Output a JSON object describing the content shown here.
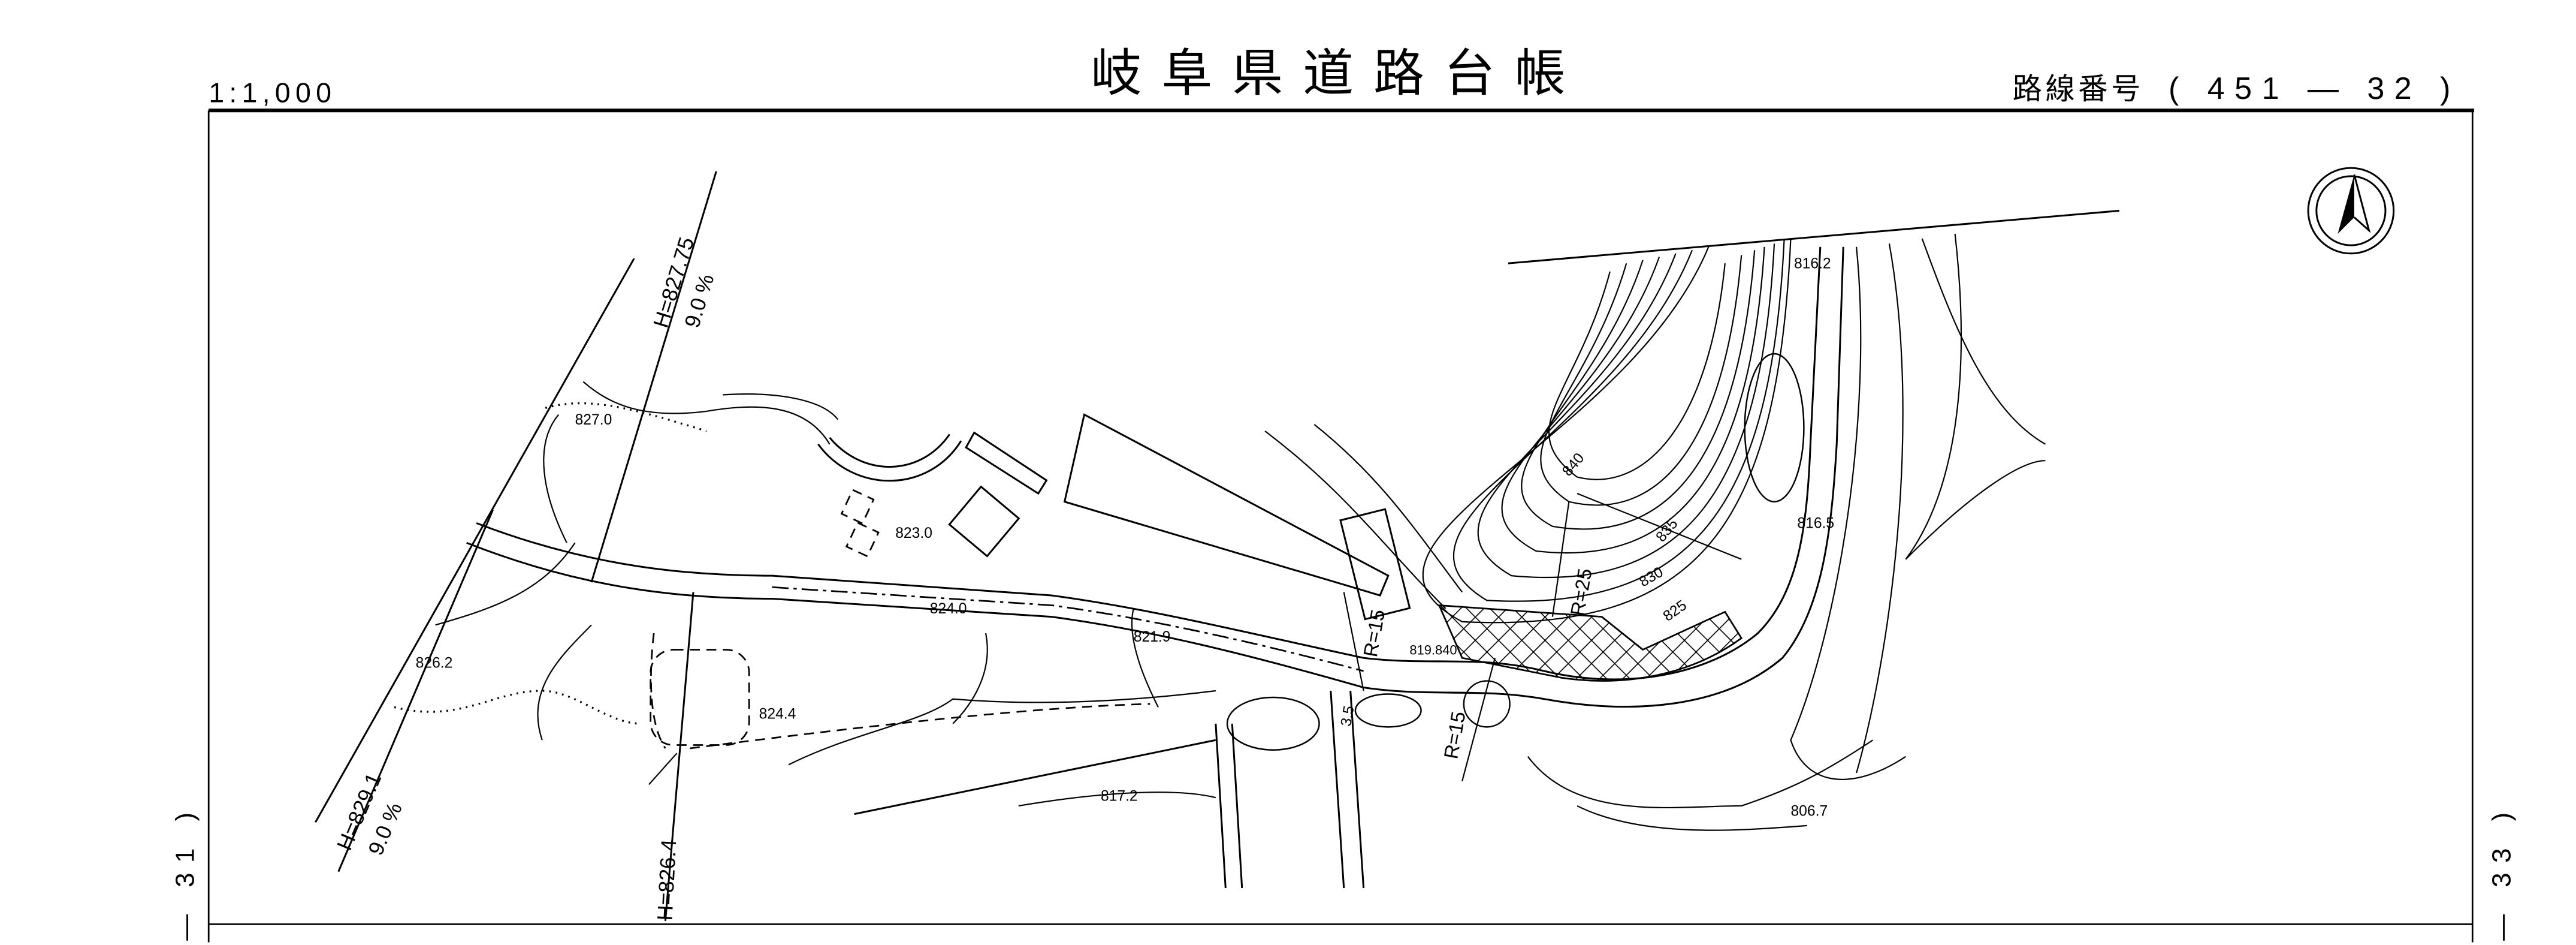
{
  "header": {
    "scale": "1:1,000",
    "title": "岐阜県道路台帳",
    "route_label": "路線番号",
    "route_number": "( 451 — 32 )"
  },
  "side_refs": {
    "left": "— 31 )",
    "right": "— 33 )"
  },
  "north_arrow": "north-arrow-icon",
  "map": {
    "gradients": [
      {
        "h": "H=827.75",
        "grade": "9.0 %"
      },
      {
        "h": "H=829.1",
        "grade": "9.0 %"
      },
      {
        "h": "H=826.4"
      }
    ],
    "radii": [
      "R=15",
      "R=25",
      "R=15"
    ],
    "width_label": "3.5",
    "spot_heights": [
      "827.0",
      "823.0",
      "824.0",
      "826.2",
      "824.4",
      "821.9",
      "819.840",
      "817.2",
      "816.2",
      "816.5",
      "806.7"
    ],
    "contour_labels": [
      "840",
      "835",
      "830",
      "825"
    ]
  }
}
